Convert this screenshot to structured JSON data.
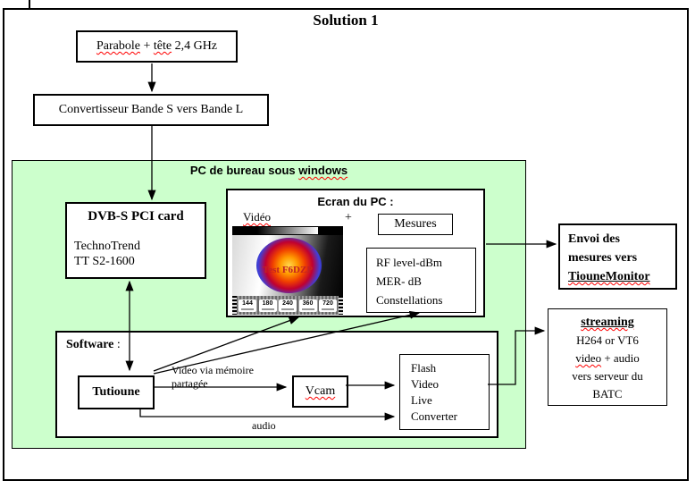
{
  "title": "Solution 1",
  "colors": {
    "panel_green": "#ccffcc",
    "squiggle_red": "#ff0000",
    "test_pattern_caption": "#cc2222"
  },
  "antenna_box": {
    "word1": "Parabole",
    "sep": " + ",
    "word2": "tête",
    "rest": " 2,4 GHz"
  },
  "converter_box": {
    "label": "Convertisseur Bande S vers Bande L"
  },
  "pc_panel": {
    "label_prefix": "PC de bureau sous ",
    "label_squiggle": "windows"
  },
  "dvbs_box": {
    "title": "DVB-S PCI card",
    "brand": "TechnoTrend",
    "model": "TT S2-1600"
  },
  "screen_box": {
    "title": "Ecran du PC :",
    "video_label": "Vidéo",
    "plus": "+",
    "mesures_label": "Mesures",
    "rf_lines": [
      "RF level-dBm",
      "MER- dB",
      "Constellations"
    ],
    "test_pattern": {
      "caption": "Test F6DZP",
      "sizes": [
        "144",
        "180",
        "240",
        "360",
        "720"
      ]
    }
  },
  "software_panel": {
    "title": "Software",
    "title_colon": " :",
    "tutioune_label": "Tutioune",
    "vcam_label": "Vcam",
    "flash_lines": [
      "Flash",
      "Video",
      "Live",
      "Converter"
    ],
    "shared_memory_line1": "Video via mémoire",
    "shared_memory_line2": "partagée",
    "audio_label": "audio"
  },
  "envoi_box": {
    "line1": "Envoi des",
    "line2": "mesures vers",
    "line3": "TiouneMonitor"
  },
  "streaming_box": {
    "title": "streaming",
    "line1": "H264 or VT6",
    "line2_squiggle": "video",
    "line2_rest": " + audio",
    "line3": "vers serveur du",
    "line4": "BATC"
  }
}
